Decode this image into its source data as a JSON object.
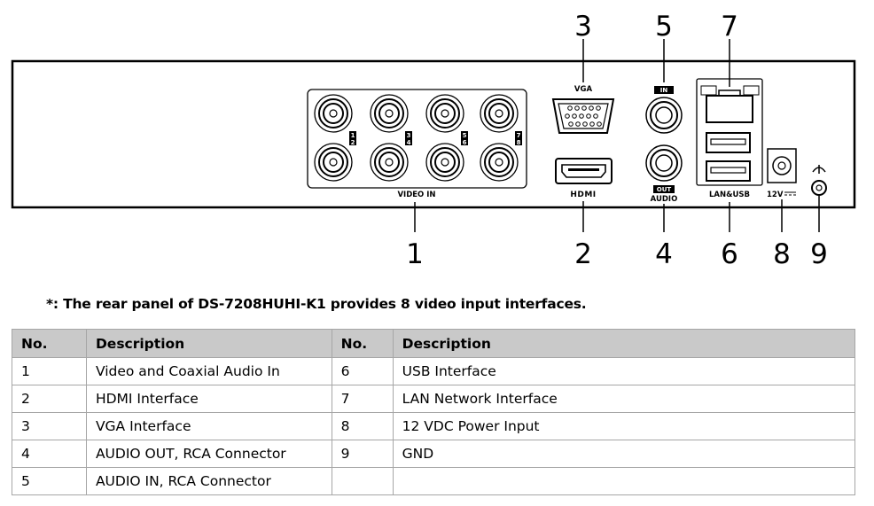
{
  "diagram": {
    "callouts": [
      "1",
      "2",
      "3",
      "4",
      "5",
      "6",
      "7",
      "8",
      "9"
    ],
    "port_labels": {
      "video_in": "VIDEO IN",
      "vga": "VGA",
      "hdmi": "HDMI",
      "audio_in_badge": "IN",
      "audio_out_badge": "OUT",
      "audio": "AUDIO",
      "lan_usb": "LAN&USB",
      "power": "12V"
    },
    "bnc_numbers": [
      "1",
      "2",
      "3",
      "4",
      "5",
      "6",
      "7",
      "8"
    ]
  },
  "note": "*: The rear panel of DS-7208HUHI-K1 provides 8 video input interfaces.",
  "table": {
    "headers": [
      "No.",
      "Description",
      "No.",
      "Description"
    ],
    "rows": [
      [
        "1",
        "Video and Coaxial Audio In",
        "6",
        "USB Interface"
      ],
      [
        "2",
        "HDMI Interface",
        "7",
        "LAN Network Interface"
      ],
      [
        "3",
        "VGA Interface",
        "8",
        "12 VDC Power Input"
      ],
      [
        "4",
        "AUDIO OUT, RCA Connector",
        "9",
        "GND"
      ],
      [
        "5",
        "AUDIO IN, RCA Connector",
        "",
        ""
      ]
    ]
  }
}
